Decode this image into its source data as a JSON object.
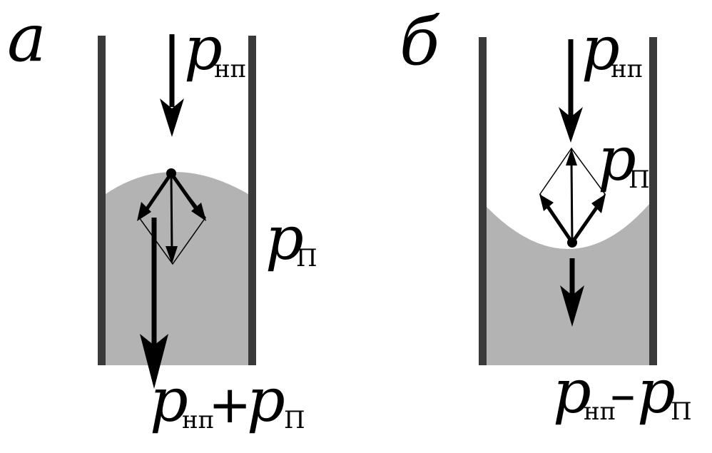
{
  "panels": [
    {
      "label": "а",
      "top_symbol": "p",
      "top_sub": "нп",
      "side_symbol": "p",
      "side_sub": "П",
      "bottom_left_symbol": "p",
      "bottom_left_sub": "нп",
      "bottom_operator": "+",
      "bottom_right_symbol": "p",
      "bottom_right_sub": "П",
      "meniscus": "convex"
    },
    {
      "label": "б",
      "top_symbol": "p",
      "top_sub": "нп",
      "side_symbol": "p",
      "side_sub": "П",
      "bottom_left_symbol": "p",
      "bottom_left_sub": "нп",
      "bottom_operator": "–",
      "bottom_right_symbol": "p",
      "bottom_right_sub": "П",
      "meniscus": "concave"
    }
  ],
  "colors": {
    "liquid": "#b3b3b3",
    "wall": "#3a3a3a",
    "ink": "#000000"
  }
}
